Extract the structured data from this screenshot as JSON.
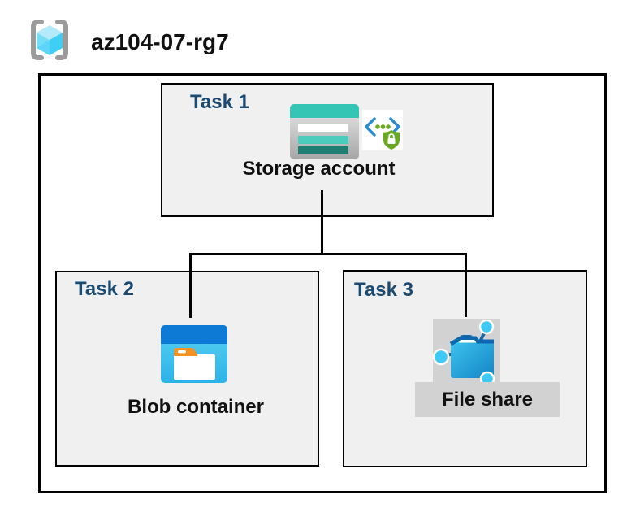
{
  "header": {
    "icon": "resource-group-icon",
    "title": "az104-07-rg7"
  },
  "resource_group": {
    "tasks": [
      {
        "label": "Task 1",
        "resource": "Storage account",
        "icons": [
          "storage-account-icon",
          "secure-access-icon"
        ]
      },
      {
        "label": "Task 2",
        "resource": "Blob container",
        "icons": [
          "blob-container-icon"
        ]
      },
      {
        "label": "Task 3",
        "resource": "File share",
        "icons": [
          "file-share-icon"
        ]
      }
    ]
  },
  "colors": {
    "task_label": "#1B4A73",
    "box_background": "#F0F0F0",
    "border": "#000000",
    "storage_teal": "#35C5B5",
    "storage_teal_dark": "#1F7E72",
    "azure_blue": "#0D7BD6",
    "cyan": "#3FCEF5",
    "security_green": "#69A822",
    "folder_tab_orange": "#F59322",
    "file_share_chip_gray": "#D2D2D2"
  }
}
